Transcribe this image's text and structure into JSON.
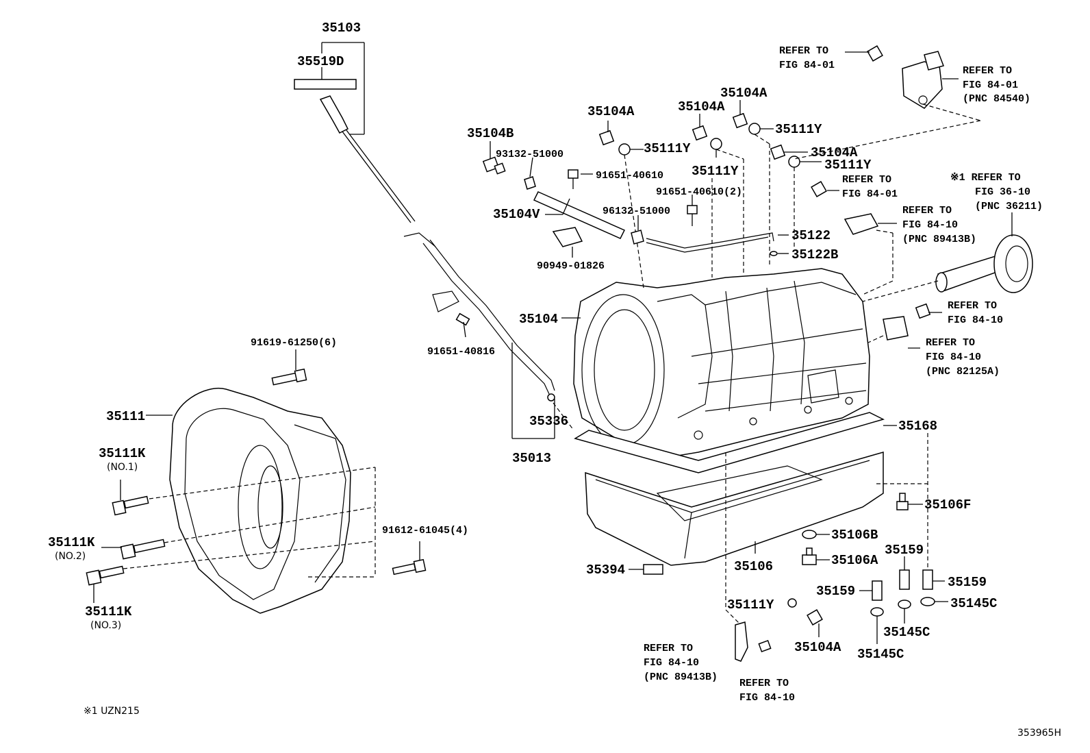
{
  "parts": {
    "p35103": "35103",
    "p35519D": "35519D",
    "p35104B": "35104B",
    "p93132": "93132-51000",
    "p35104A_1": "35104A",
    "p35104A_2": "35104A",
    "p35104A_3": "35104A",
    "p35104A_4": "35104A",
    "p35104A_5": "35104A",
    "p35111Y_1": "35111Y",
    "p35111Y_2": "35111Y",
    "p35111Y_3": "35111Y",
    "p35111Y_4": "35111Y",
    "p35111Y_5": "35111Y",
    "p91651_40610a": "91651-40610",
    "p91651_40610b": "91651-40610(2)",
    "p96132": "96132-51000",
    "p35104V": "35104V",
    "p90949": "90949-01826",
    "p35122": "35122",
    "p35122B": "35122B",
    "p35104": "35104",
    "p91651_40816": "91651-40816",
    "p91619": "91619-61250(6)",
    "p35111": "35111",
    "p35111K_1": "35111K",
    "p35111K_1sub": "(NO.1)",
    "p35111K_2": "35111K",
    "p35111K_2sub": "(NO.2)",
    "p35111K_3": "35111K",
    "p35111K_3sub": "(NO.3)",
    "p91612": "91612-61045(4)",
    "p35336": "35336",
    "p35013": "35013",
    "p35168": "35168",
    "p35106F": "35106F",
    "p35106B": "35106B",
    "p35106A": "35106A",
    "p35106": "35106",
    "p35394": "35394",
    "p35159_1": "35159",
    "p35159_2": "35159",
    "p35159_3": "35159",
    "p35145C_1": "35145C",
    "p35145C_2": "35145C",
    "p35145C_3": "35145C"
  },
  "refs": {
    "r1a": "REFER TO",
    "r1b": "FIG 84-01",
    "r2a": "REFER TO",
    "r2b": "FIG 84-01",
    "r2c": "(PNC 84540)",
    "r3a": "REFER TO",
    "r3b": "FIG 84-01",
    "r4a": "※1 REFER TO",
    "r4b": "FIG 36-10",
    "r4c": "(PNC 36211)",
    "r5a": "REFER TO",
    "r5b": "FIG 84-10",
    "r5c": "(PNC 89413B)",
    "r6a": "REFER TO",
    "r6b": "FIG 84-10",
    "r7a": "REFER TO",
    "r7b": "FIG 84-10",
    "r7c": "(PNC 82125A)",
    "r8a": "REFER TO",
    "r8b": "FIG 84-10",
    "r8c": "(PNC 89413B)",
    "r9a": "REFER TO",
    "r9b": "FIG 84-10"
  },
  "footnote": "※1 UZN215",
  "figure_id": "353965H"
}
